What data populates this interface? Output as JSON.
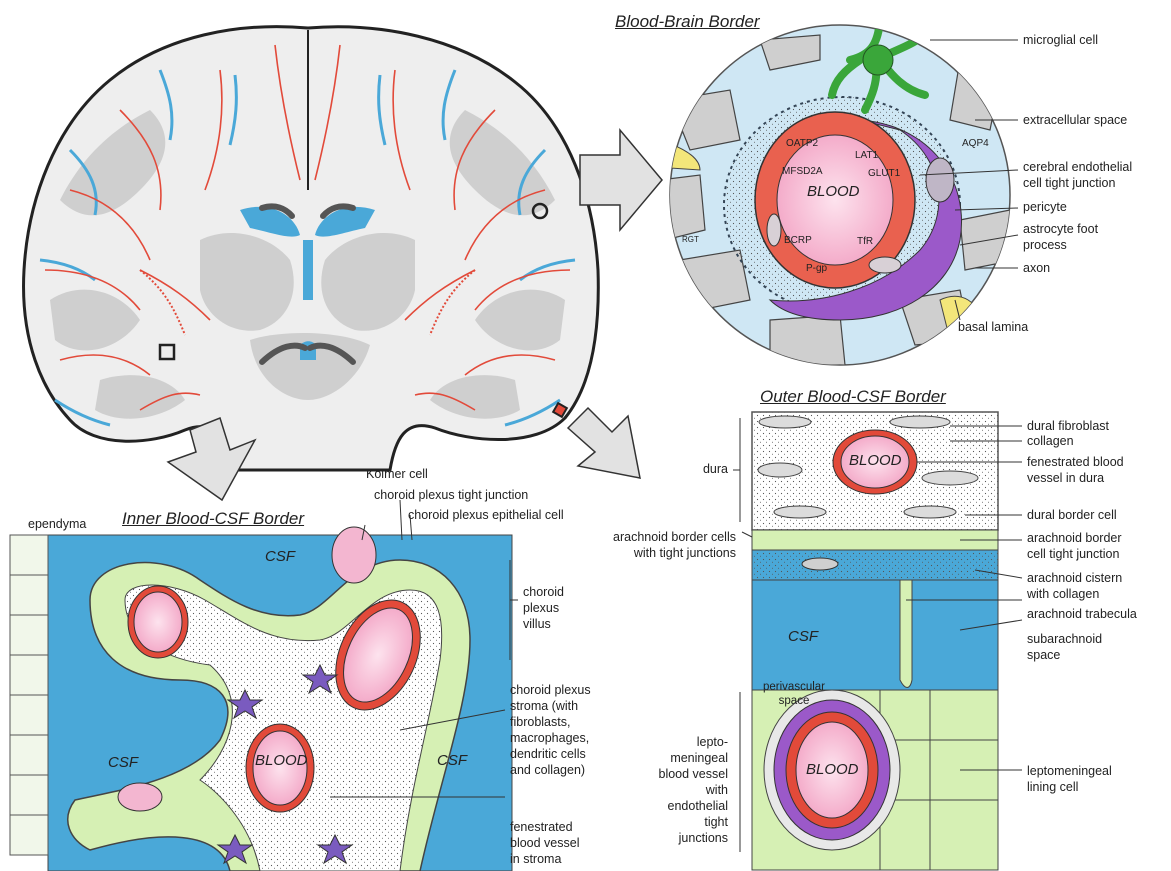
{
  "titles": {
    "bbb": "Blood-Brain Border",
    "outer": "Outer Blood-CSF Border",
    "inner": "Inner Blood-CSF Border"
  },
  "bbb_labels": {
    "microglial_cell": "microglial cell",
    "extracellular_space": "extracellular space",
    "endothelial_tj_1": "cerebral endothelial",
    "endothelial_tj_2": "cell tight junction",
    "pericyte": "pericyte",
    "astrocyte_1": "astrocyte foot",
    "astrocyte_2": "process",
    "axon": "axon",
    "basal_lamina": "basal lamina"
  },
  "bbb_inner": {
    "blood": "BLOOD",
    "oatp2": "OATP2",
    "lat1": "LAT1",
    "aqp4": "AQP4",
    "mfsd2a": "MFSD2A",
    "glut1": "GLUT1",
    "bcrp": "BCRP",
    "tfr": "TfR",
    "pgp": "P-gp",
    "rgt": "RGT"
  },
  "outer_labels": {
    "dural_fibroblast": "dural fibroblast",
    "collagen": "collagen",
    "fenestrated_1": "fenestrated blood",
    "fenestrated_2": "vessel in dura",
    "dural_border_cell": "dural border cell",
    "arachnoid_border_1": "arachnoid border",
    "arachnoid_border_2": "cell tight junction",
    "arachnoid_cistern_1": "arachnoid cistern",
    "arachnoid_cistern_2": "with collagen",
    "arachnoid_trabecula": "arachnoid trabecula",
    "subarachnoid_1": "subarachnoid",
    "subarachnoid_2": "space",
    "lepto_lining_1": "leptomeningeal",
    "lepto_lining_2": "lining cell",
    "dura": "dura",
    "arachnoid_cells_1": "arachnoid border cells",
    "arachnoid_cells_2": "with tight junctions",
    "perivascular_1": "perivascular",
    "perivascular_2": "space",
    "lepto_vessel_1": "lepto-",
    "lepto_vessel_2": "meningeal",
    "lepto_vessel_3": "blood vessel",
    "lepto_vessel_4": "with",
    "lepto_vessel_5": "endothelial",
    "lepto_vessel_6": "tight",
    "lepto_vessel_7": "junctions"
  },
  "outer_inner": {
    "blood_dura": "BLOOD",
    "csf": "CSF",
    "blood_lepto": "BLOOD"
  },
  "inner_labels": {
    "ependyma": "ependyma",
    "kolmer_cell": "Kolmer cell",
    "cp_tight_junction": "choroid plexus tight junction",
    "cp_epithelial": "choroid plexus epithelial cell",
    "villus_1": "choroid",
    "villus_2": "plexus",
    "villus_3": "villus",
    "stroma_1": "choroid plexus",
    "stroma_2": "stroma (with",
    "stroma_3": "fibroblasts,",
    "stroma_4": "macrophages,",
    "stroma_5": "dendritic cells",
    "stroma_6": "and collagen)",
    "fen_1": "fenestrated",
    "fen_2": "blood vessel",
    "fen_3": "in stroma"
  },
  "inner_inner": {
    "csf_top": "CSF",
    "csf_left": "CSF",
    "csf_right": "CSF",
    "blood": "BLOOD"
  },
  "colors": {
    "csf_blue": "#4aa8d8",
    "vessel_red": "#e24a3a",
    "blood_pink": "#f7b8d2",
    "epithelial_green": "#d6f0b4",
    "pericyte_purple": "#9b59c9",
    "microglia_green": "#3aa63a",
    "brain_gray": "#d4d4d4"
  }
}
